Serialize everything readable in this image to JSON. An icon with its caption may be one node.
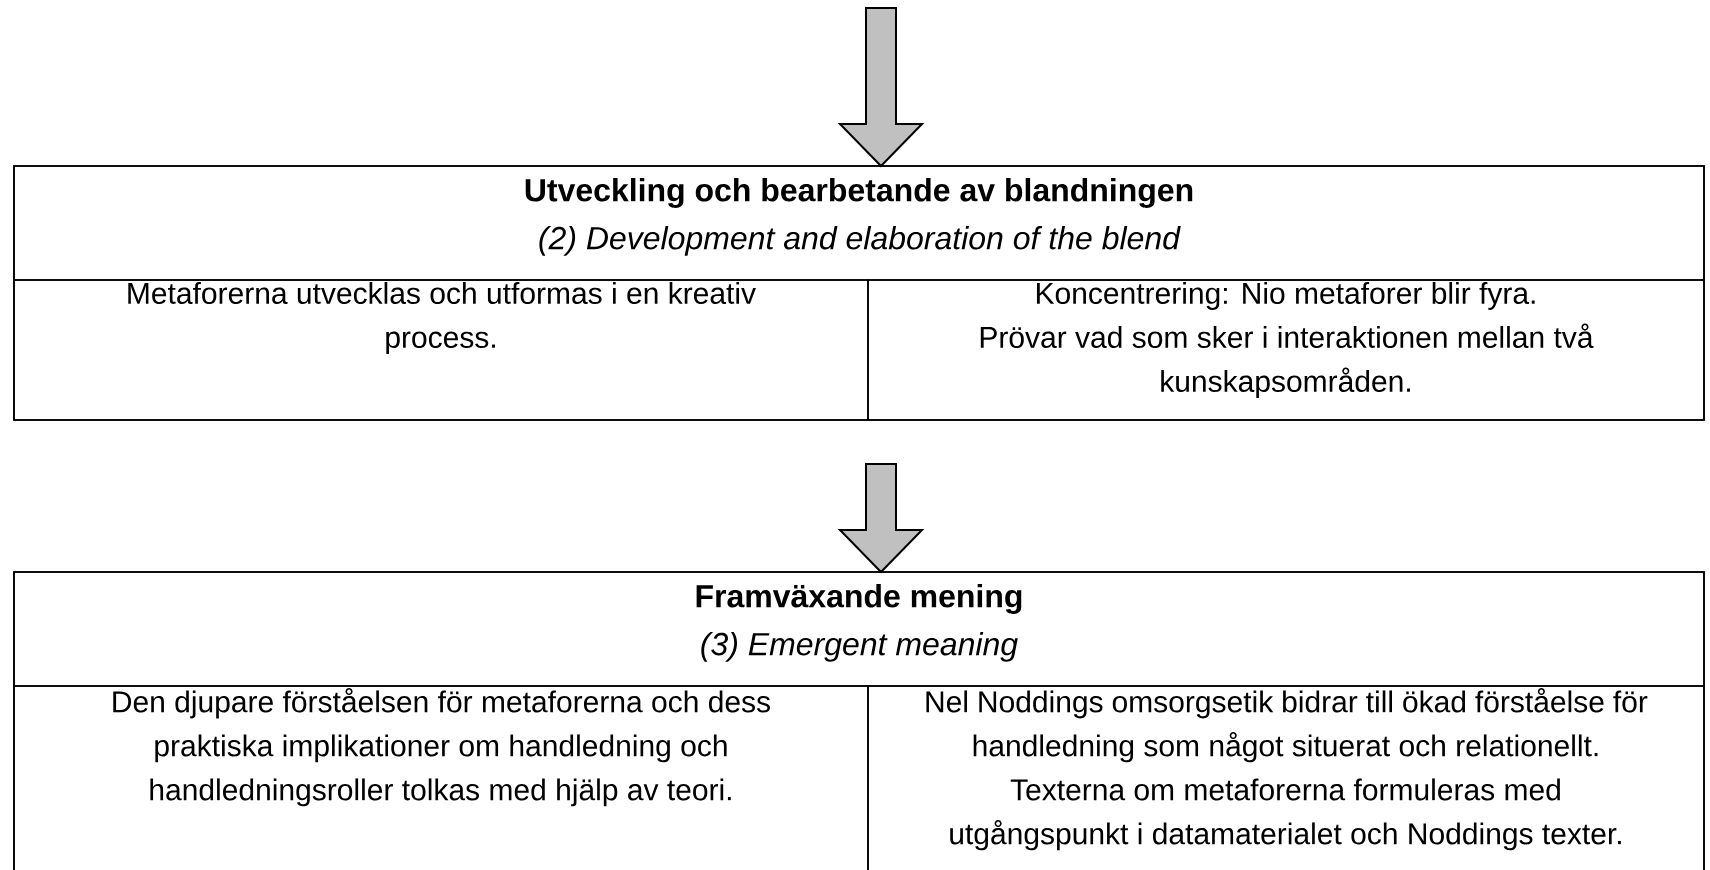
{
  "diagram": {
    "nodes": [
      {
        "text": [],
        "shape": "box"
      },
      {
        "text": [
          "Utveckling och bearbetande av blandningen",
          "(2) Development and elaboration of the blend"
        ],
        "in": 0
      },
      {
        "text": [
          "Metaforerna utvecklas och utformas i en kreativ process."
        ],
        "in": 0
      },
      {
        "text": [
          "Koncentrering: Nio metaforer blir fyra.",
          "Prövar vad som sker i interaktionen mellan två kunskapsområden."
        ],
        "in": 0
      },
      {
        "text": [],
        "shape": "box"
      },
      {
        "text": [
          "Framväxande mening",
          "(3) Emergent meaning"
        ],
        "in": 4
      },
      {
        "text": [
          "Den djupare förståelsen för metaforerna och dess praktiska implikationer om handledning och handledningsroller tolkas med hjälp av teori."
        ],
        "in": 4
      },
      {
        "text": [
          "Nel Noddings omsorgsetik bidrar till ökad förståelse för handledning som något situerat och relationellt.",
          "Texterna om metaforerna formuleras med utgångspunkt i datamaterialet och Noddings texter."
        ],
        "in": 4
      }
    ],
    "edges": [
      {
        "from": null,
        "to": 0,
        "arrow": "to"
      },
      {
        "from": 0,
        "to": 4,
        "arrow": "to"
      }
    ]
  }
}
